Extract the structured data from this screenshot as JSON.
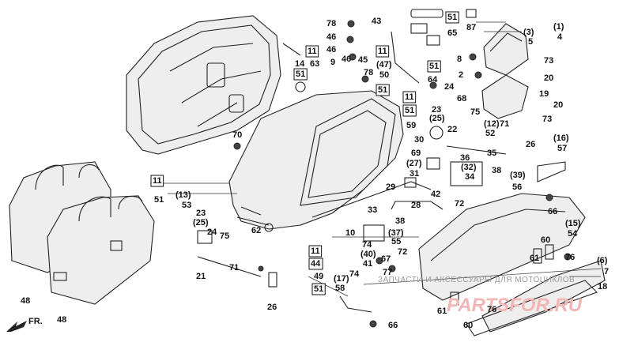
{
  "diagram": {
    "labels": [
      {
        "id": "p1",
        "text": "(1)"
      },
      {
        "id": "p4",
        "text": "4"
      },
      {
        "id": "p3",
        "text": "(3)"
      },
      {
        "id": "p5",
        "text": "5"
      },
      {
        "id": "p87",
        "text": "87"
      },
      {
        "id": "p65",
        "text": "65"
      },
      {
        "id": "p51a",
        "text": "51",
        "boxed": true
      },
      {
        "id": "p43",
        "text": "43"
      },
      {
        "id": "p78a",
        "text": "78"
      },
      {
        "id": "p46a",
        "text": "46"
      },
      {
        "id": "p46b",
        "text": "46"
      },
      {
        "id": "p46c",
        "text": "46"
      },
      {
        "id": "p14",
        "text": "14"
      },
      {
        "id": "p63",
        "text": "63"
      },
      {
        "id": "p11a",
        "text": "11",
        "boxed": true
      },
      {
        "id": "p51b",
        "text": "51",
        "boxed": true
      },
      {
        "id": "p9",
        "text": "9"
      },
      {
        "id": "p11b",
        "text": "11",
        "boxed": true
      },
      {
        "id": "p47",
        "text": "(47)"
      },
      {
        "id": "p50",
        "text": "50"
      },
      {
        "id": "p45",
        "text": "45"
      },
      {
        "id": "p78b",
        "text": "78"
      },
      {
        "id": "p51c",
        "text": "51",
        "boxed": true
      },
      {
        "id": "p51d",
        "text": "51",
        "boxed": true
      },
      {
        "id": "p64",
        "text": "64"
      },
      {
        "id": "p8",
        "text": "8"
      },
      {
        "id": "p73a",
        "text": "73"
      },
      {
        "id": "p2",
        "text": "2"
      },
      {
        "id": "p20a",
        "text": "20"
      },
      {
        "id": "p24a",
        "text": "24"
      },
      {
        "id": "p68",
        "text": "68"
      },
      {
        "id": "p19",
        "text": "19"
      },
      {
        "id": "p20b",
        "text": "20"
      },
      {
        "id": "p11c",
        "text": "11",
        "boxed": true
      },
      {
        "id": "p23a",
        "text": "23"
      },
      {
        "id": "p25a",
        "text": "(25)"
      },
      {
        "id": "p75a",
        "text": "75"
      },
      {
        "id": "p12",
        "text": "(12)"
      },
      {
        "id": "p71a",
        "text": "71"
      },
      {
        "id": "p52",
        "text": "52"
      },
      {
        "id": "p73b",
        "text": "73"
      },
      {
        "id": "p51e",
        "text": "51",
        "boxed": true
      },
      {
        "id": "p59",
        "text": "59"
      },
      {
        "id": "p22",
        "text": "22"
      },
      {
        "id": "p70",
        "text": "70"
      },
      {
        "id": "p30",
        "text": "30"
      },
      {
        "id": "p26a",
        "text": "26"
      },
      {
        "id": "p16",
        "text": "(16)"
      },
      {
        "id": "p57",
        "text": "57"
      },
      {
        "id": "p69",
        "text": "69"
      },
      {
        "id": "p35",
        "text": "35"
      },
      {
        "id": "p36",
        "text": "36"
      },
      {
        "id": "p27",
        "text": "(27)"
      },
      {
        "id": "p32",
        "text": "(32)"
      },
      {
        "id": "p31",
        "text": "31"
      },
      {
        "id": "p34",
        "text": "34"
      },
      {
        "id": "p38a",
        "text": "38"
      },
      {
        "id": "p39",
        "text": "(39)"
      },
      {
        "id": "p56",
        "text": "56"
      },
      {
        "id": "p11d",
        "text": "11",
        "boxed": true
      },
      {
        "id": "p51f",
        "text": "51"
      },
      {
        "id": "p13",
        "text": "(13)"
      },
      {
        "id": "p53",
        "text": "53"
      },
      {
        "id": "p29",
        "text": "29"
      },
      {
        "id": "p42",
        "text": "42"
      },
      {
        "id": "p28",
        "text": "28"
      },
      {
        "id": "p72a",
        "text": "72"
      },
      {
        "id": "p66a",
        "text": "66"
      },
      {
        "id": "p33",
        "text": "33"
      },
      {
        "id": "p23b",
        "text": "23"
      },
      {
        "id": "p25b",
        "text": "(25)"
      },
      {
        "id": "p38b",
        "text": "38"
      },
      {
        "id": "p15",
        "text": "(15)"
      },
      {
        "id": "p54",
        "text": "54"
      },
      {
        "id": "p24b",
        "text": "24"
      },
      {
        "id": "p75b",
        "text": "75"
      },
      {
        "id": "p62",
        "text": "62"
      },
      {
        "id": "p10",
        "text": "10"
      },
      {
        "id": "p37",
        "text": "(37)"
      },
      {
        "id": "p55",
        "text": "55"
      },
      {
        "id": "p74a",
        "text": "74"
      },
      {
        "id": "p72b",
        "text": "72"
      },
      {
        "id": "p40",
        "text": "(40)"
      },
      {
        "id": "p41",
        "text": "41"
      },
      {
        "id": "p60a",
        "text": "60"
      },
      {
        "id": "p67",
        "text": "67"
      },
      {
        "id": "p61a",
        "text": "61"
      },
      {
        "id": "p76a",
        "text": "76"
      },
      {
        "id": "p11e",
        "text": "11",
        "boxed": true
      },
      {
        "id": "p44",
        "text": "44",
        "boxed": true
      },
      {
        "id": "p77",
        "text": "77"
      },
      {
        "id": "p6",
        "text": "(6)"
      },
      {
        "id": "p7",
        "text": "7"
      },
      {
        "id": "p71b",
        "text": "71"
      },
      {
        "id": "p21",
        "text": "21"
      },
      {
        "id": "p49",
        "text": "49"
      },
      {
        "id": "p17",
        "text": "(17)"
      },
      {
        "id": "p74b",
        "text": "74"
      },
      {
        "id": "p58",
        "text": "58"
      },
      {
        "id": "p51g",
        "text": "51",
        "boxed": true
      },
      {
        "id": "p18",
        "text": "18"
      },
      {
        "id": "p26b",
        "text": "26"
      },
      {
        "id": "p48a",
        "text": "48"
      },
      {
        "id": "p48b",
        "text": "48"
      },
      {
        "id": "p61b",
        "text": "61"
      },
      {
        "id": "p76b",
        "text": "76"
      },
      {
        "id": "p60b",
        "text": "60"
      },
      {
        "id": "p66b",
        "text": "66"
      }
    ],
    "direction_label": "FR.",
    "watermark_line": "ЗАПЧАСТИ И АКСЕССУАРЫ ДЛЯ МОТОЦИКЛОВ",
    "watermark_brand": "PARTSFOR.RU"
  }
}
